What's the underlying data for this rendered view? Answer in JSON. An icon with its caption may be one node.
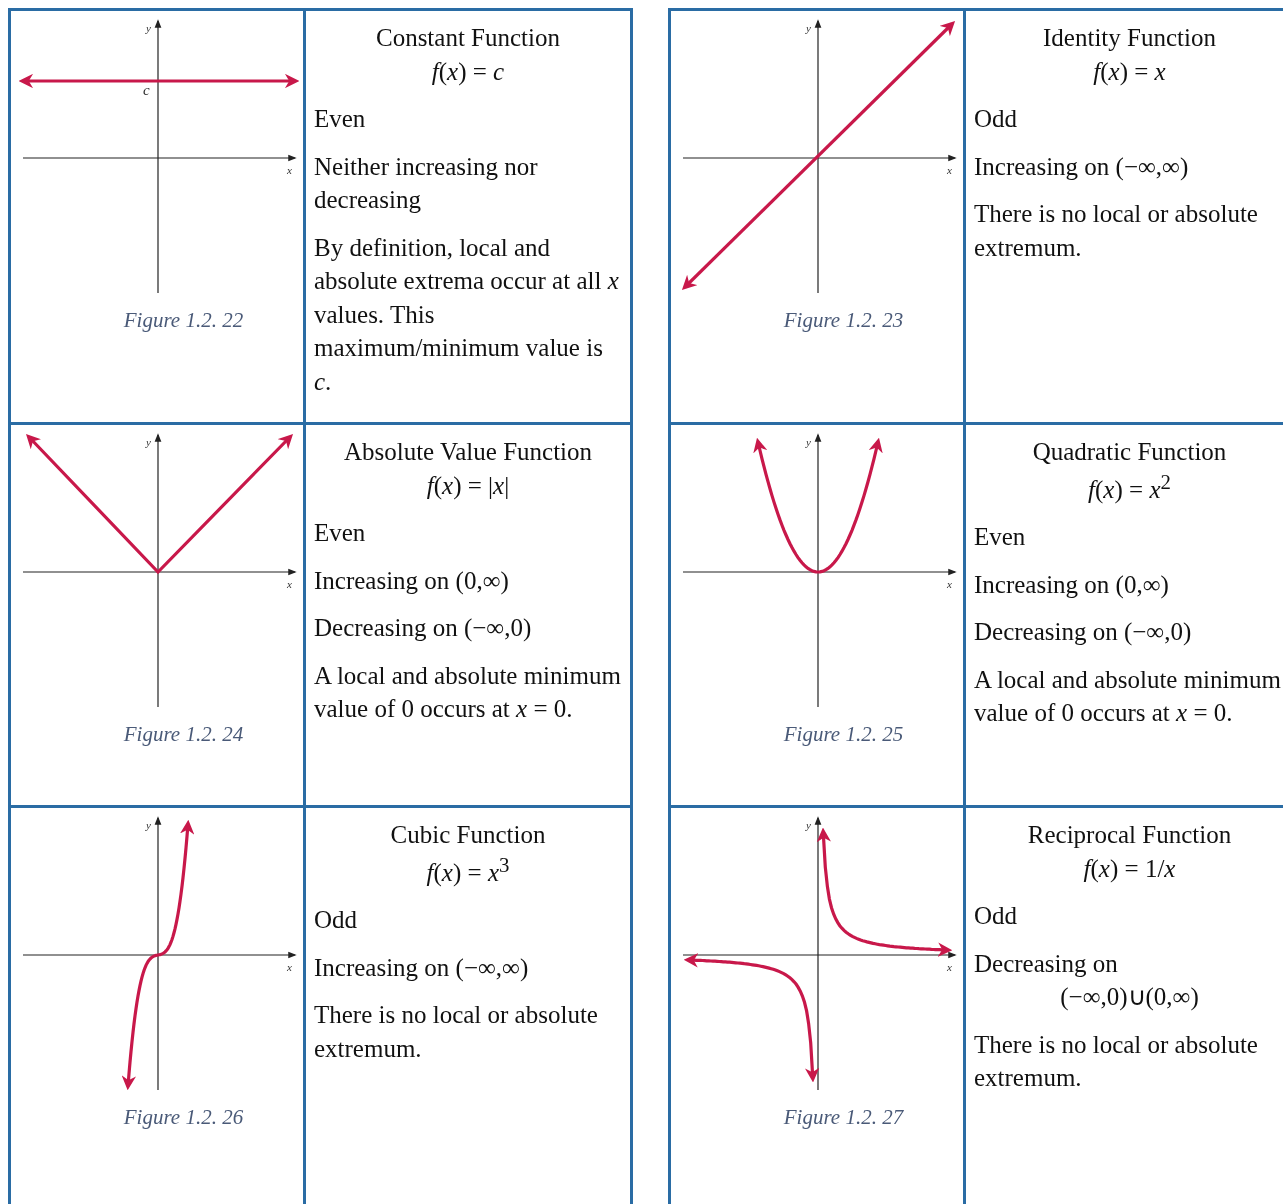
{
  "diagram": {
    "nodes": [
      {
        "text": [
          "y",
          "x",
          "c",
          "Figure 1.2. 22"
        ]
      },
      {
        "text": [
          "Constant Function",
          "*f*(*x*) = *c*",
          "Even",
          "Neither increasing nor decreasing",
          "By definition, local and absolute extrema occur at all *x* values.  This maximum/minimum value is *c*."
        ]
      },
      {
        "text": [
          "y",
          "x",
          "Figure 1.2. 23"
        ]
      },
      {
        "text": [
          "Identity Function",
          "*f*(*x*) = *x*",
          "Odd",
          "Increasing on (−∞,∞)",
          "There is no local or absolute extremum."
        ]
      },
      {
        "text": [
          "y",
          "x",
          "Figure 1.2. 24"
        ]
      },
      {
        "text": [
          "Absolute Value Function",
          "*f*(*x*) = |*x*|",
          "Even",
          "Increasing on (0,∞)",
          "Decreasing on (−∞,0)",
          "A local and absolute minimum value of 0 occurs at *x* = 0."
        ]
      },
      {
        "text": [
          "y",
          "x",
          "Figure 1.2. 25"
        ]
      },
      {
        "text": [
          "Quadratic Function",
          "*f*(*x*) = *x*$^{2}$",
          "Even",
          "Increasing on (0,∞)",
          "Decreasing on (−∞,0)",
          "A local and absolute minimum value of 0 occurs at *x* = 0."
        ]
      },
      {
        "text": [
          "y",
          "x",
          "Figure 1.2. 26"
        ]
      },
      {
        "text": [
          "Cubic Function",
          "*f*(*x*) = *x*$^{3}$",
          "Odd",
          "Increasing on (−∞,∞)",
          "There is no local or absolute extremum."
        ]
      },
      {
        "text": [
          "y",
          "x",
          "Figure 1.2. 27"
        ]
      },
      {
        "text": [
          "Reciprocal Function",
          "*f*(*x*) = 1/*x*",
          "Odd",
          "Decreasing on",
          "(−∞,0)∪(0,∞)",
          "There is no local or absolute extremum."
        ]
      }
    ]
  }
}
